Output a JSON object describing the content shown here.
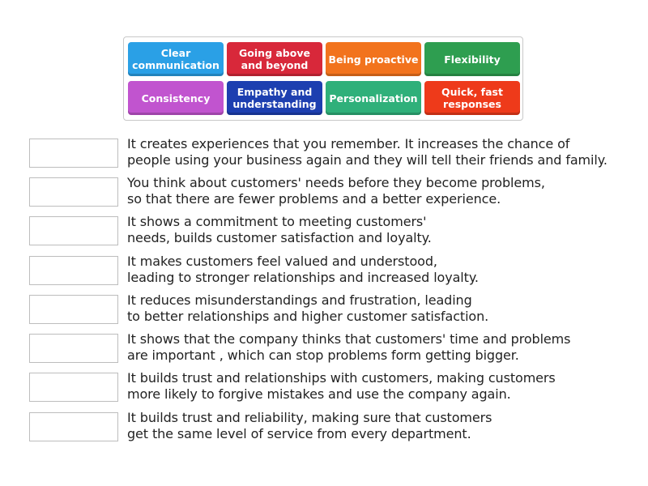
{
  "tiles": [
    {
      "label": "Clear\ncommunication",
      "color": "#2aa0e6"
    },
    {
      "label": "Going above\nand beyond",
      "color": "#d8283a"
    },
    {
      "label": "Being proactive",
      "color": "#f2731d"
    },
    {
      "label": "Flexibility",
      "color": "#2e9e50"
    },
    {
      "label": "Consistency",
      "color": "#c154cf"
    },
    {
      "label": "Empathy and\nunderstanding",
      "color": "#1d3fb0"
    },
    {
      "label": "Personalization",
      "color": "#2fb07a"
    },
    {
      "label": "Quick, fast\nresponses",
      "color": "#ee3a1a"
    }
  ],
  "descriptions": [
    "It creates experiences that you remember. It increases the chance of\npeople using your business again and they will tell their friends and family.",
    "You think about customers' needs before they become problems,\nso that there are fewer problems and a better experience.",
    "It shows a commitment to meeting customers'\nneeds, builds customer satisfaction and loyalty.",
    "It makes customers feel valued and understood,\nleading to stronger relationships and increased loyalty.",
    "It reduces misunderstandings and frustration, leading\nto better relationships and higher customer satisfaction.",
    "It shows that the company thinks that customers' time and problems\nare important , which can stop problems form getting bigger.",
    "It builds trust and relationships with customers, making customers\nmore likely to forgive mistakes and use the company again.",
    "It builds trust and reliability, making sure that customers\nget the same level of service from every department."
  ]
}
